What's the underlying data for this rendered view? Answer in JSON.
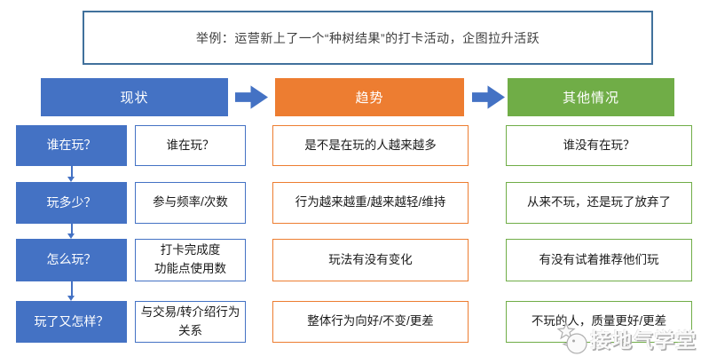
{
  "intro": {
    "text": "举例：运营新上了一个“种树结果”的打卡活动，企图拉升活跃"
  },
  "headers": {
    "status": "现状",
    "trend": "趋势",
    "other": "其他情况"
  },
  "rows": [
    {
      "question": "谁在玩？",
      "status": "谁在玩？",
      "trend": "是不是在玩的人越来越多",
      "other": "谁没有在玩？"
    },
    {
      "question": "玩多少？",
      "status": "参与频率/次数",
      "trend": "行为越来越重/越来越轻/维持",
      "other": "从来不玩，还是玩了放弃了"
    },
    {
      "question": "怎么玩？",
      "status": "打卡完成度\n功能点使用数",
      "trend": "玩法有没有变化",
      "other": "有没有试着推荐他们玩"
    },
    {
      "question": "玩了又怎样？",
      "status": "与交易/转介绍行为关系",
      "trend": "整体行为向好/不变/更差",
      "other": "不玩的人，质量更好/更差"
    }
  ],
  "watermark": {
    "text": "接地气学堂",
    "icon": "chick-star-icon"
  },
  "colors": {
    "blue": "#4472C4",
    "orange": "#ED7D31",
    "green": "#70AD47",
    "intro_border": "#41719C"
  }
}
